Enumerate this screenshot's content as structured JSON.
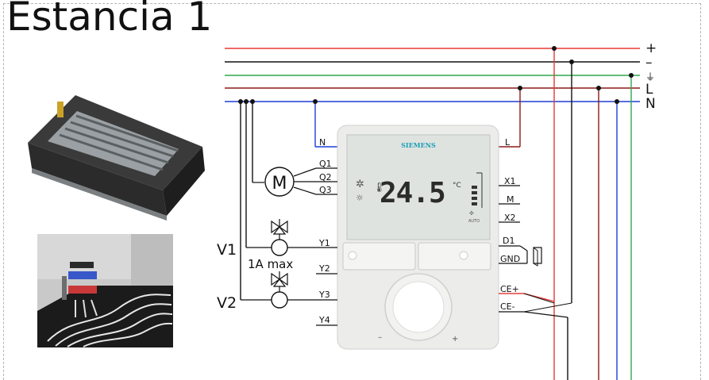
{
  "title": "Estancia 1",
  "bus_labels": {
    "plus": "+",
    "minus": "–",
    "earth": "⏚",
    "L": "L",
    "N": "N"
  },
  "device": {
    "brand": "SIEMENS",
    "display_value": "24.5",
    "display_unit": "°C",
    "auto_label": "AUTO",
    "dial_minus": "–",
    "dial_plus": "+"
  },
  "terminals_left": [
    "N",
    "Q1",
    "Q2",
    "Q3",
    "Y1",
    "Y2",
    "Y3",
    "Y4"
  ],
  "terminals_right": [
    "L",
    "X1",
    "M",
    "X2",
    "D1",
    "GND",
    "CE+",
    "CE-"
  ],
  "motor_label": "M",
  "valve_labels": {
    "v1": "V1",
    "v2": "V2"
  },
  "current_note": "1A max",
  "colors": {
    "plus": "#e53935",
    "minus": "#111111",
    "earth": "#2fa84f",
    "L": "#8b1a1a",
    "N": "#1f3fd6",
    "device_body": "#ececea",
    "lcd": "#dfe3e0"
  }
}
